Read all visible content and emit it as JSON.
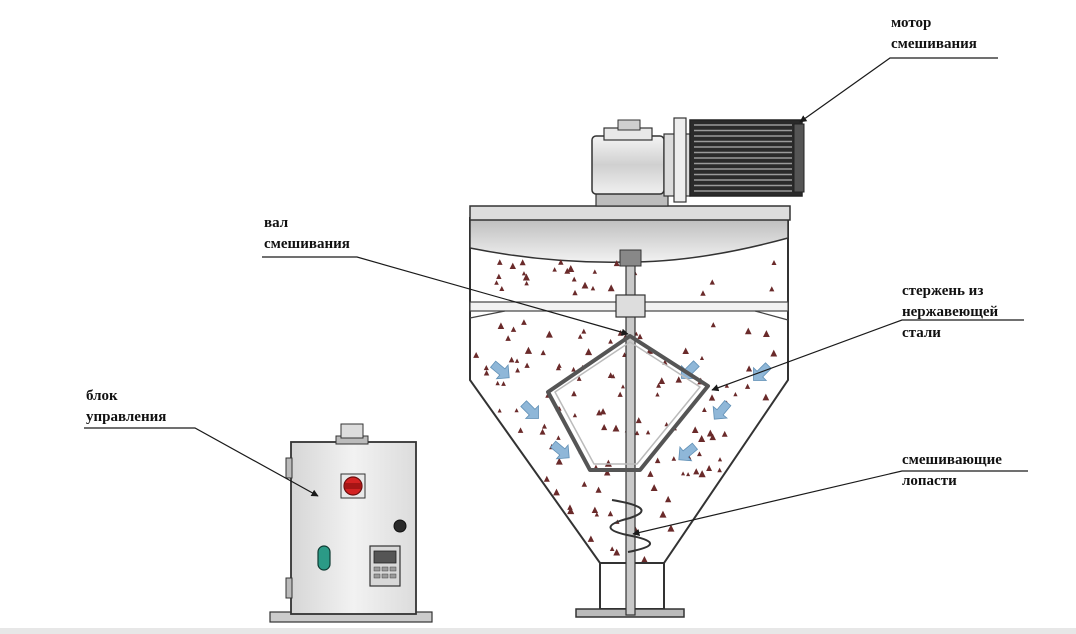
{
  "labels": {
    "motor": [
      "мотор",
      "смешивания"
    ],
    "shaft": [
      "вал",
      "смешивания"
    ],
    "rod": [
      "стержень из",
      "нержавеющей",
      "стали"
    ],
    "control": [
      "блок",
      "управления"
    ],
    "blades": [
      "смешивающие",
      "лопасти"
    ]
  },
  "colors": {
    "outline": "#333333",
    "particle": "#6a2a2a",
    "arrow": "#8fb7d8",
    "knob": "#d32222",
    "indicator": "#2b9a86"
  }
}
